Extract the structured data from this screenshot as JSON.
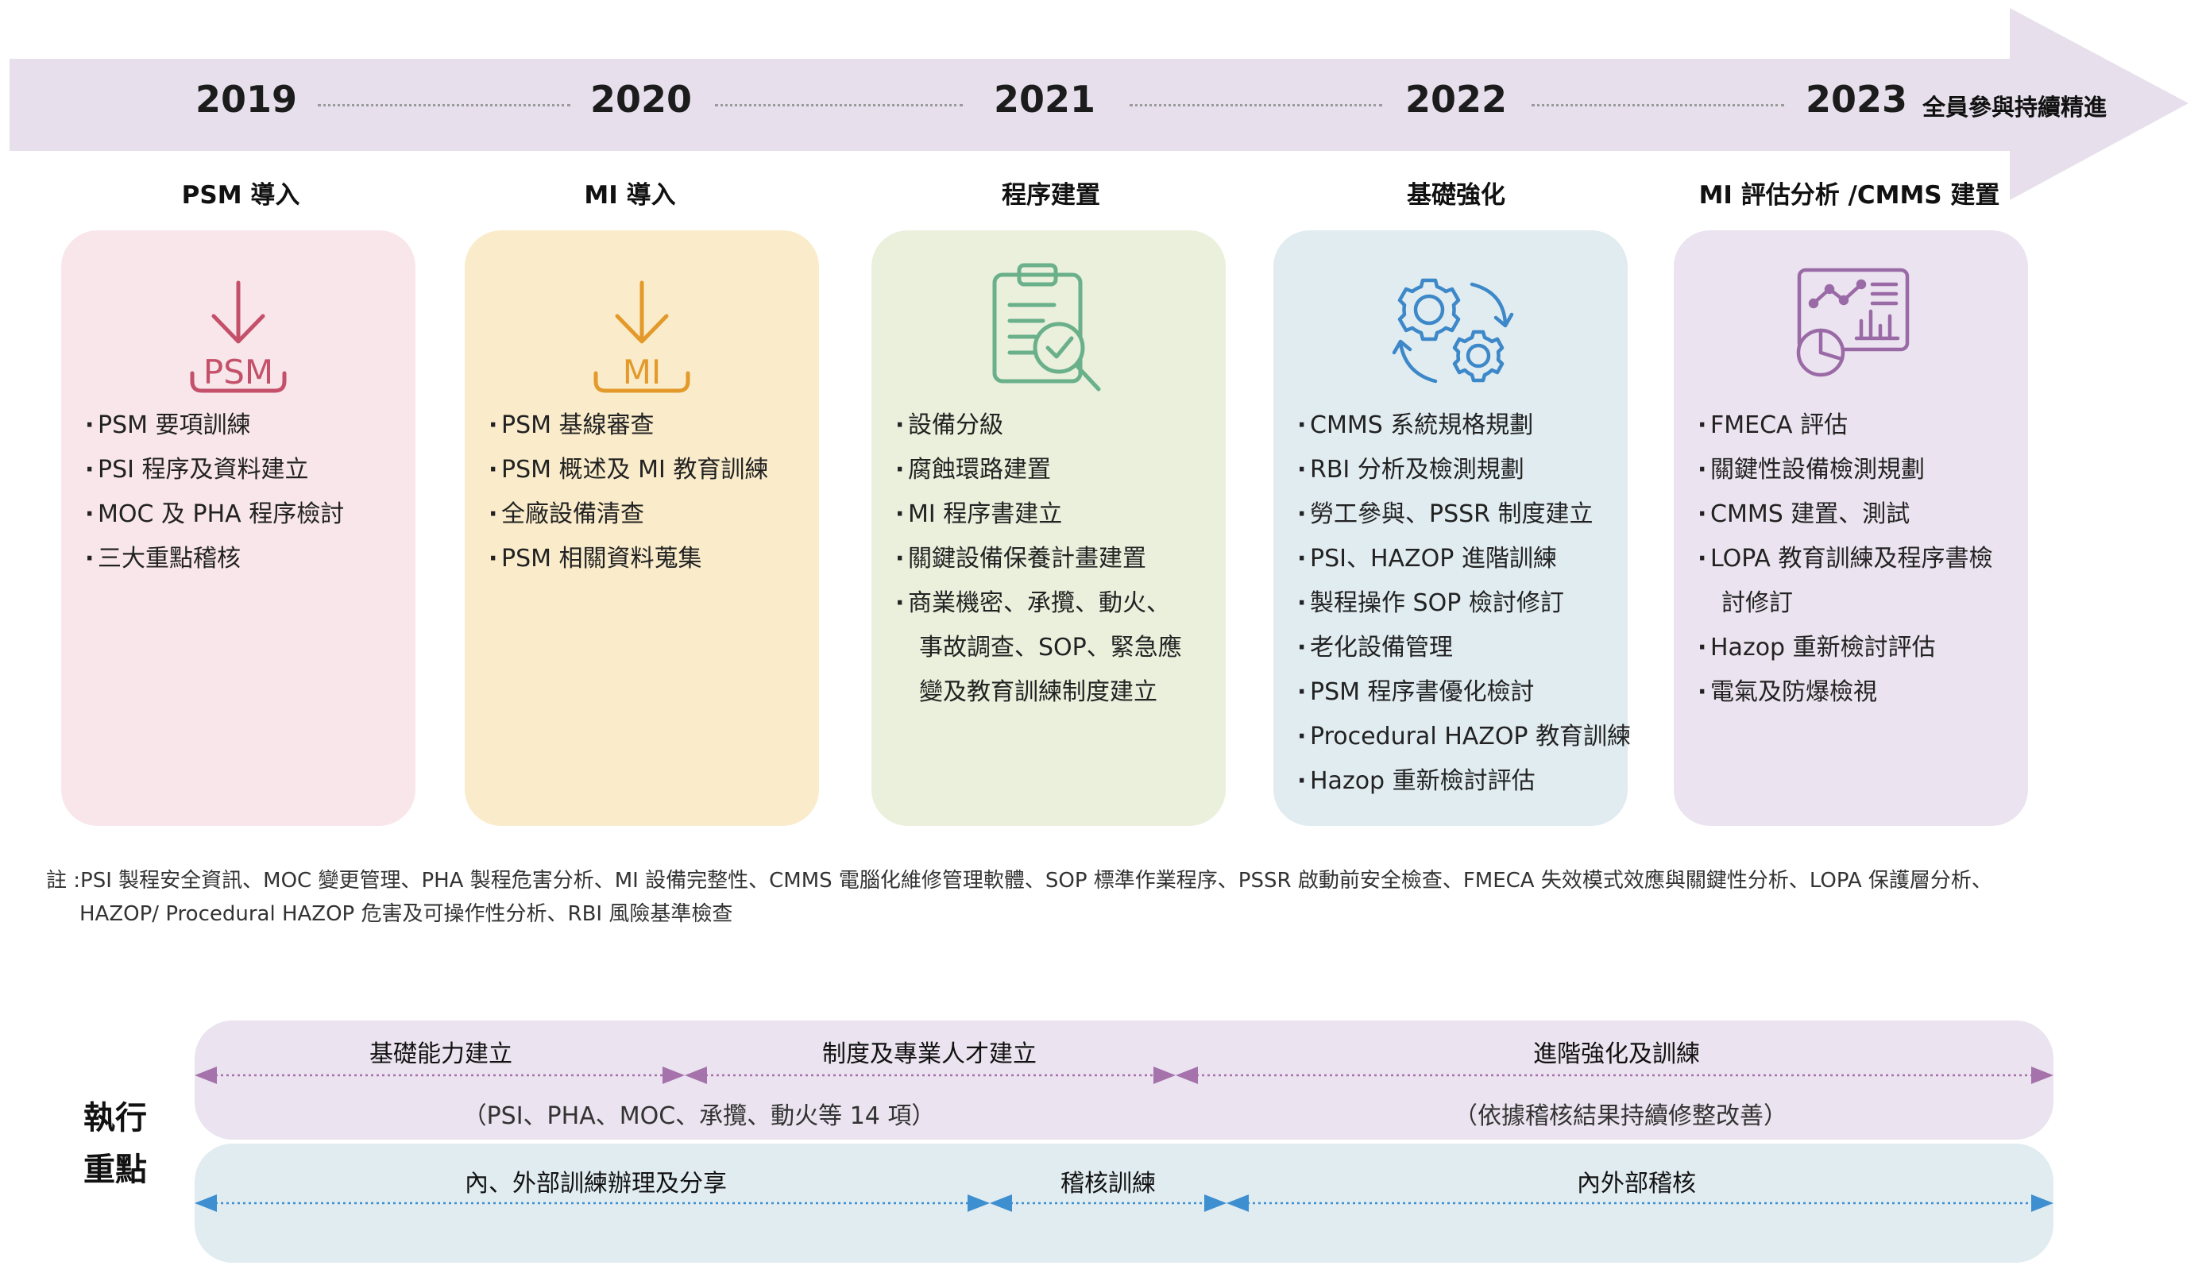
{
  "timeline": {
    "years": [
      "2019",
      "2020",
      "2021",
      "2022",
      "2023"
    ],
    "tagline": "全員參與持續精進",
    "phases": [
      "PSM 導入",
      "MI 導入",
      "程序建置",
      "基礎強化",
      "MI 評估分析 /CMMS 建置"
    ]
  },
  "cards": [
    {
      "icon": "download-arrow-icon",
      "icon_text": "PSM",
      "color": "#f8e6ea",
      "accent": "#c4506a",
      "items": [
        [
          "PSM 要項訓練"
        ],
        [
          "PSI 程序及資料建立"
        ],
        [
          "MOC 及 PHA 程序檢討"
        ],
        [
          "三大重點稽核"
        ]
      ]
    },
    {
      "icon": "download-arrow-icon",
      "icon_text": "MI",
      "color": "#faeccb",
      "accent": "#e39a2a",
      "items": [
        [
          "PSM 基線審查"
        ],
        [
          "PSM 概述及 MI 教育訓練"
        ],
        [
          "全廠設備清查"
        ],
        [
          "PSM 相關資料蒐集"
        ]
      ]
    },
    {
      "icon": "clipboard-search-icon",
      "color": "#eaf0dc",
      "accent": "#6ab08a",
      "items": [
        [
          "設備分級"
        ],
        [
          "腐蝕環路建置"
        ],
        [
          "MI 程序書建立"
        ],
        [
          "關鍵設備保養計畫建置"
        ],
        [
          "商業機密、承攬、動火、",
          "事故調查、SOP、緊急應",
          "變及教育訓練制度建立"
        ]
      ]
    },
    {
      "icon": "gears-cycle-icon",
      "color": "#e1ecf1",
      "accent": "#3d88c8",
      "items": [
        [
          "CMMS 系統規格規劃"
        ],
        [
          "RBI 分析及檢測規劃"
        ],
        [
          "勞工參與、PSSR 制度建立"
        ],
        [
          "PSI、HAZOP 進階訓練"
        ],
        [
          "製程操作 SOP 檢討修訂"
        ],
        [
          "老化設備管理"
        ],
        [
          "PSM 程序書優化檢討"
        ],
        [
          "Procedural HAZOP 教育訓練"
        ],
        [
          "Hazop 重新檢討評估"
        ]
      ]
    },
    {
      "icon": "analytics-dashboard-icon",
      "color": "#ebe3ef",
      "accent": "#9a6aa6",
      "items": [
        [
          "FMECA 評估"
        ],
        [
          "關鍵性設備檢測規劃"
        ],
        [
          "CMMS 建置、測試"
        ],
        [
          "LOPA 教育訓練及程序書檢",
          "討修訂"
        ],
        [
          "Hazop 重新檢討評估"
        ],
        [
          "電氣及防爆檢視"
        ]
      ]
    }
  ],
  "notes": {
    "line1": "註 :PSI 製程安全資訊、MOC 變更管理、PHA 製程危害分析、MI 設備完整性、CMMS 電腦化維修管理軟體、SOP 標準作業程序、PSSR 啟動前安全檢查、FMECA 失效模式效應與關鍵性分析、LOPA 保護層分析、",
    "line2": "HAZOP/ Procedural HAZOP 危害及可操作性分析、RBI 風險基準檢查"
  },
  "execution": {
    "side_label_1": "執行",
    "side_label_2": "重點",
    "band1": {
      "color": "#ebe3ef",
      "arrow_color": "#a572ab",
      "segments": [
        "基礎能力建立",
        "制度及專業人才建立",
        "進階強化及訓練"
      ],
      "sub_left": "（PSI、PHA、MOC、承攬、動火等 14 項）",
      "sub_right": "（依據稽核結果持續修整改善）"
    },
    "band2": {
      "color": "#e1ecf1",
      "arrow_color": "#3d8fd0",
      "segments": [
        "內、外部訓練辦理及分享",
        "稽核訓練",
        "內外部稽核"
      ]
    }
  }
}
